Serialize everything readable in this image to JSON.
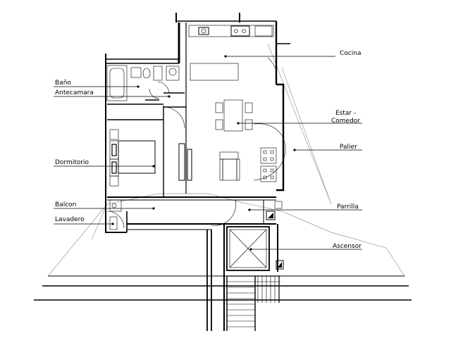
{
  "rooms": {
    "cocina": "Cocina",
    "bano": "Baño",
    "antecamara": "Antecamara",
    "estar_1": "Estar -",
    "estar_2": "Comedor",
    "palier": "Palier",
    "dormitorio": "Dormitorio",
    "balcon": "Balcon",
    "parrilla": "Parrilla",
    "lavadero": "Lavadero",
    "ascensor": "Ascensor"
  }
}
